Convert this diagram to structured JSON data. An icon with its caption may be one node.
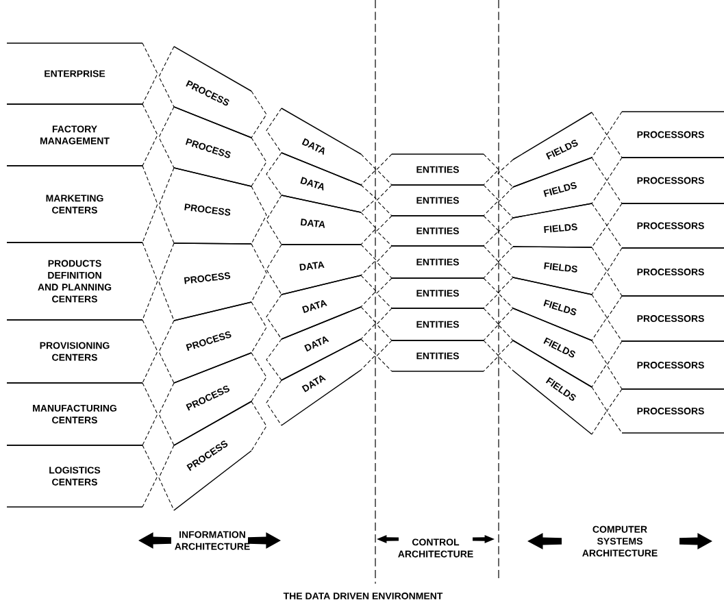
{
  "diagram": {
    "caption": "THE DATA DRIVEN ENVIRONMENT",
    "nodes": [
      {
        "text": [
          "ENTERPRISE"
        ]
      },
      {
        "text": [
          "FACTORY MANAGEMENT"
        ]
      },
      {
        "text": [
          "MARKETING CENTERS"
        ]
      },
      {
        "text": [
          "PRODUCTS DEFINITION AND PLANNING CENTERS"
        ]
      },
      {
        "text": [
          "PROVISIONING CENTERS"
        ]
      },
      {
        "text": [
          "MANUFACTURING CENTERS"
        ]
      },
      {
        "text": [
          "LOGISTICS CENTERS"
        ]
      },
      {
        "text": [
          "PROCESS"
        ]
      },
      {
        "text": [
          "PROCESS"
        ]
      },
      {
        "text": [
          "PROCESS"
        ]
      },
      {
        "text": [
          "PROCESS"
        ]
      },
      {
        "text": [
          "PROCESS"
        ]
      },
      {
        "text": [
          "PROCESS"
        ]
      },
      {
        "text": [
          "PROCESS"
        ]
      },
      {
        "text": [
          "DATA"
        ]
      },
      {
        "text": [
          "DATA"
        ]
      },
      {
        "text": [
          "DATA"
        ]
      },
      {
        "text": [
          "DATA"
        ]
      },
      {
        "text": [
          "DATA"
        ]
      },
      {
        "text": [
          "DATA"
        ]
      },
      {
        "text": [
          "DATA"
        ]
      },
      {
        "text": [
          "ENTITIES"
        ]
      },
      {
        "text": [
          "ENTITIES"
        ]
      },
      {
        "text": [
          "ENTITIES"
        ]
      },
      {
        "text": [
          "ENTITIES"
        ]
      },
      {
        "text": [
          "ENTITIES"
        ]
      },
      {
        "text": [
          "ENTITIES"
        ]
      },
      {
        "text": [
          "ENTITIES"
        ]
      },
      {
        "text": [
          "FIELDS"
        ]
      },
      {
        "text": [
          "FIELDS"
        ]
      },
      {
        "text": [
          "FIELDS"
        ]
      },
      {
        "text": [
          "FIELDS"
        ]
      },
      {
        "text": [
          "FIELDS"
        ]
      },
      {
        "text": [
          "FIELDS"
        ]
      },
      {
        "text": [
          "FIELDS"
        ]
      },
      {
        "text": [
          "PROCESSORS"
        ]
      },
      {
        "text": [
          "PROCESSORS"
        ]
      },
      {
        "text": [
          "PROCESSORS"
        ]
      },
      {
        "text": [
          "PROCESSORS"
        ]
      },
      {
        "text": [
          "PROCESSORS"
        ]
      },
      {
        "text": [
          "PROCESSORS"
        ]
      },
      {
        "text": [
          "PROCESSORS"
        ]
      }
    ],
    "labels": [
      "INFORMATION ARCHITECTURE",
      "CONTROL ARCHITECTURE",
      "COMPUTER SYSTEMS ARCHITECTURE"
    ]
  }
}
